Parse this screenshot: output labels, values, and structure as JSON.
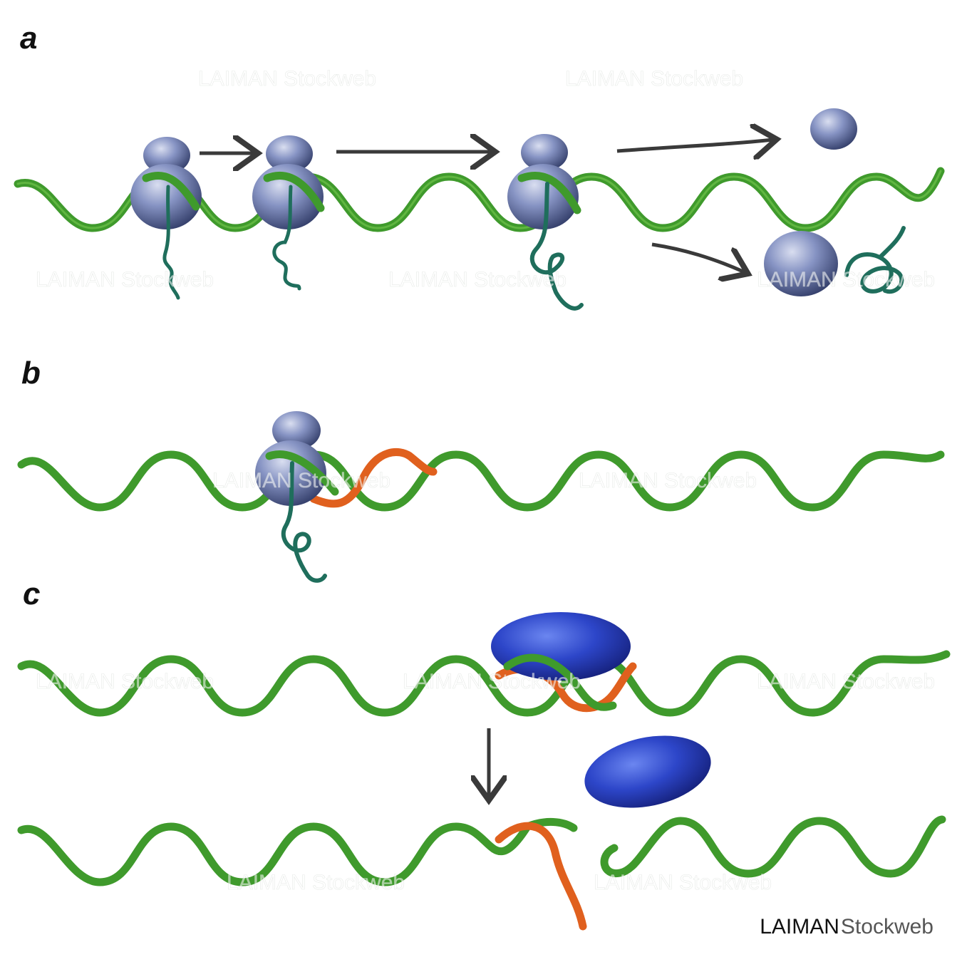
{
  "panels": {
    "a": {
      "label": "a"
    },
    "b": {
      "label": "b"
    },
    "c": {
      "label": "c"
    }
  },
  "watermark": {
    "brand": "LAIMAN",
    "product": "Stockweb",
    "text": "LAIMAN Stockweb"
  },
  "colors": {
    "mrna": "#3f9a2c",
    "mrna_dark": "#23661a",
    "ribosome": "#7f8fbd",
    "ribosome_dark": "#3f4a78",
    "peptide": "#1f6e5c",
    "srna": "#e0601e",
    "rnase": "#2c46c4",
    "arrow": "#3a3a3a"
  },
  "icons": [
    "ribosome-icon",
    "mrna-strand-icon",
    "nascent-peptide-icon",
    "small-rna-icon",
    "rnase-icon",
    "arrow-icon"
  ]
}
